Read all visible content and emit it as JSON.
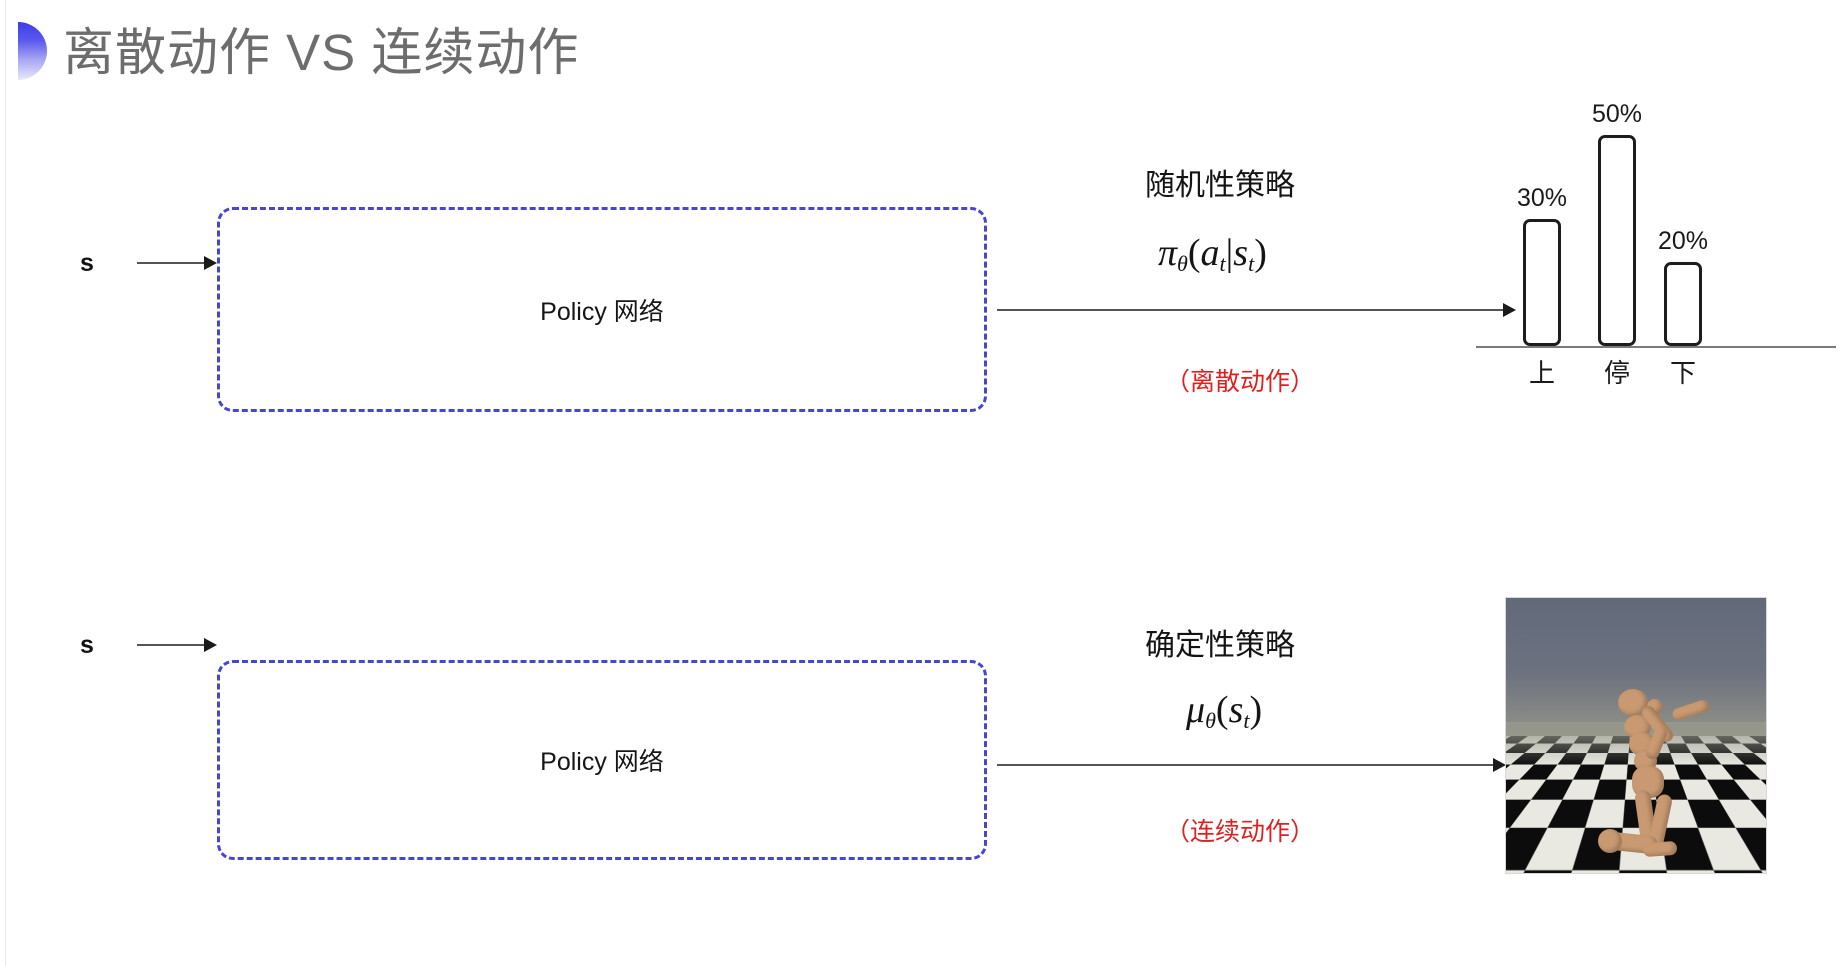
{
  "slide": {
    "title": "离散动作 VS 连续动作",
    "bullet_color": "#3c3ce9",
    "background": "#ffffff"
  },
  "rows": [
    {
      "id": "discrete",
      "input_label": "s",
      "box_label": "Policy 网络",
      "box_border_color": "#4646d2",
      "policy_caption": "随机性策略",
      "formula_pi": "π",
      "formula_theta": "θ",
      "formula_open": "(",
      "formula_a": "a",
      "formula_t1": "t",
      "formula_bar": "|",
      "formula_s": "s",
      "formula_t2": "t",
      "formula_close": ")",
      "note": "（离散动作）",
      "note_color": "#e02020"
    },
    {
      "id": "continuous",
      "input_label": "s",
      "box_label": "Policy 网络",
      "box_border_color": "#4646d2",
      "policy_caption": "确定性策略",
      "formula_mu": "μ",
      "formula_theta": "θ",
      "formula_open": "(",
      "formula_s": "s",
      "formula_t": "t",
      "formula_close": ")",
      "note": "（连续动作）",
      "note_color": "#e02020"
    }
  ],
  "chart_data": {
    "type": "bar",
    "title": "",
    "xlabel": "",
    "ylabel": "",
    "categories": [
      "上",
      "停",
      "下"
    ],
    "values": [
      30,
      50,
      20
    ],
    "value_labels": [
      "30%",
      "50%",
      "20%"
    ],
    "ylim": [
      0,
      55
    ],
    "grid": false,
    "legend": "none",
    "bar_fill": "#ffffff",
    "bar_stroke": "#1d1d1d",
    "axis_color": "#7b7b7b"
  },
  "sim": {
    "caption": "",
    "alt": "humanoid-simulation-checkerboard-floor",
    "sky_color": "#6c727f",
    "floor_colors": [
      "#e9e9e2",
      "#0c0c0c"
    ],
    "body_color": "#c99a72"
  }
}
